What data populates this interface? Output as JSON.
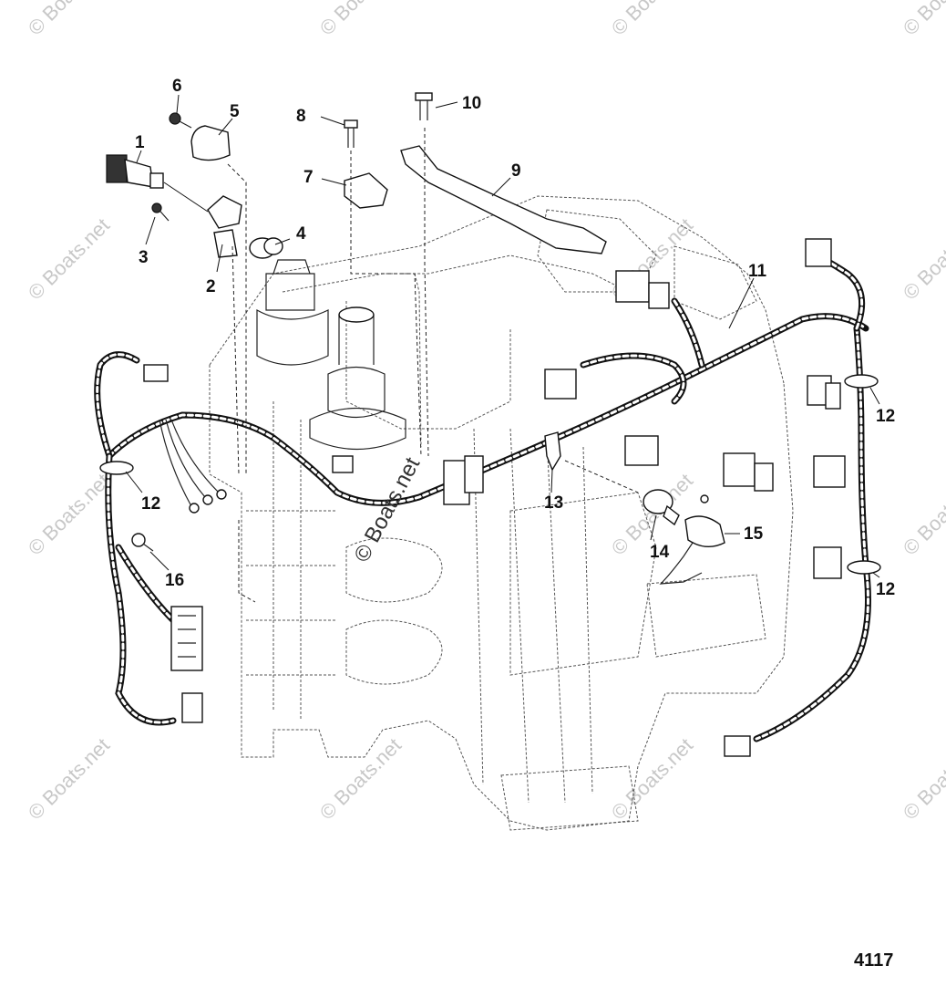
{
  "figure_number": "4117",
  "watermark": "© Boats.net",
  "callouts": [
    {
      "id": "1",
      "label": "1"
    },
    {
      "id": "2",
      "label": "2"
    },
    {
      "id": "3",
      "label": "3"
    },
    {
      "id": "4",
      "label": "4"
    },
    {
      "id": "5",
      "label": "5"
    },
    {
      "id": "6",
      "label": "6"
    },
    {
      "id": "7",
      "label": "7"
    },
    {
      "id": "8",
      "label": "8"
    },
    {
      "id": "9",
      "label": "9"
    },
    {
      "id": "10",
      "label": "10"
    },
    {
      "id": "11",
      "label": "11"
    },
    {
      "id": "12a",
      "label": "12"
    },
    {
      "id": "12b",
      "label": "12"
    },
    {
      "id": "12c",
      "label": "12"
    },
    {
      "id": "13",
      "label": "13"
    },
    {
      "id": "14",
      "label": "14"
    },
    {
      "id": "15",
      "label": "15"
    },
    {
      "id": "16",
      "label": "16"
    }
  ]
}
